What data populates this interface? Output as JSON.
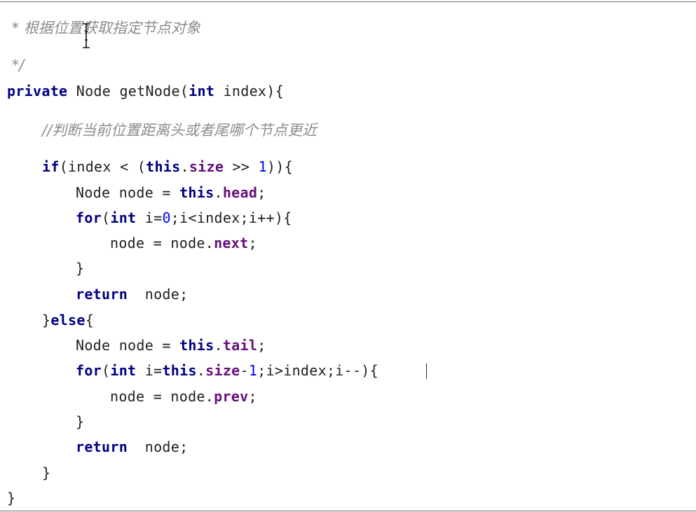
{
  "code": {
    "comment_title": " * 根据位置获取指定节点对象",
    "comment_end": " */",
    "comment_inline": "//判断当前位置距离头或者尾哪个节点更近",
    "tokens": {
      "private": "private",
      "node_type": "Node",
      "get_node": " getNode(",
      "int": "int",
      "index_param": " index){",
      "if": "if",
      "cond_open": "(index < (",
      "this": "this",
      "dot": ".",
      "size": "size",
      "shift": " >> ",
      "one": "1",
      "cond_close": ")){",
      "node_decl": "Node node = ",
      "head": "head",
      "semicolon": ";",
      "for": "for",
      "for_open": "(",
      "i_init": " i=",
      "zero": "0",
      "for_cond_inc": ";i<index;i++){",
      "node_assign": "node = node.",
      "next": "next",
      "close_brace": "}",
      "return": "return",
      "return_node": "  node;",
      "else_open_brace": "}",
      "else": "else",
      "open_brace": "{",
      "tail": "tail",
      "minus": "-",
      "for_cond_dec": ";i>index;i--)",
      "prev": "prev"
    }
  },
  "icons": {
    "mouse_pointer": "i-beam-cursor-icon"
  }
}
